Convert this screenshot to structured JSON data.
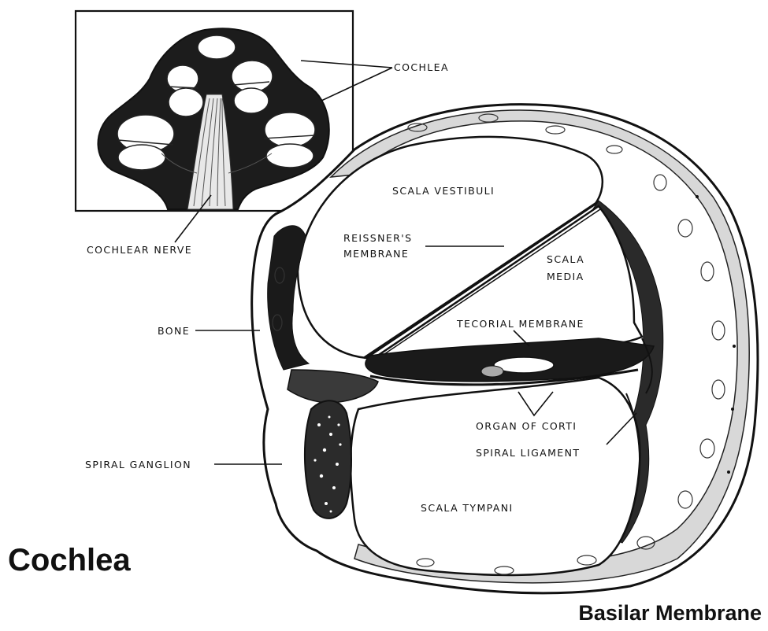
{
  "title": "Cochlea",
  "subtitle": "Basilar Membrane",
  "labels": {
    "cochlea": "COCHLEA",
    "cochlear_nerve": "COCHLEAR NERVE",
    "bone": "BONE",
    "spiral_ganglion": "SPIRAL GANGLION",
    "scala_vestibuli": "SCALA VESTIBULI",
    "reissners_1": "REISSNER'S",
    "reissners_2": "MEMBRANE",
    "scala_media_1": "SCALA",
    "scala_media_2": "MEDIA",
    "tectorial": "TECORIAL MEMBRANE",
    "organ_of_corti": "ORGAN OF CORTI",
    "spiral_ligament": "SPIRAL LIGAMENT",
    "scala_tympani": "SCALA TYMPANI"
  }
}
